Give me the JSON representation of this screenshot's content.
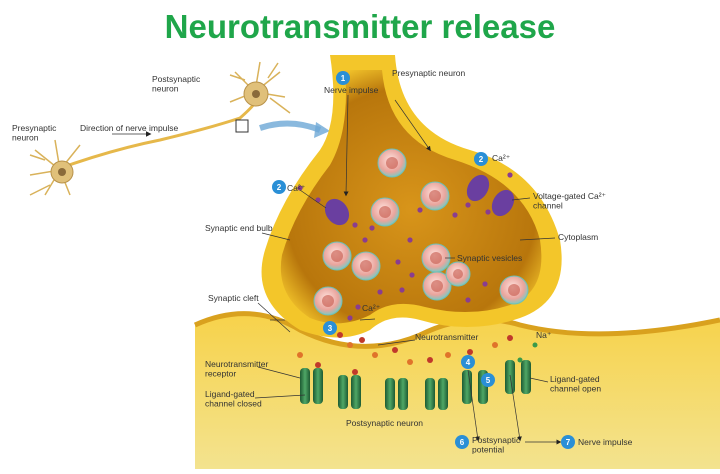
{
  "title": "Neurotransmitter release",
  "colors": {
    "title": "#1fa64a",
    "neuron_fill": "#f3c62a",
    "cytoplasm": "#c98a14",
    "vesicle": "#e6a19a",
    "channel": "#2f7a45",
    "calcium": "#8a3d8f",
    "step_badge": "#2a8fd6"
  },
  "labels": {
    "presynaptic_neuron_small": "Presynaptic\nneuron",
    "postsynaptic_neuron_small": "Postsynaptic\nneuron",
    "direction": "Direction of nerve impulse",
    "presynaptic_neuron": "Presynaptic neuron",
    "nerve_impulse_top": "Nerve impulse",
    "ca_left": "Ca²⁺",
    "ca_right": "Ca²⁺",
    "voltage_gated": "Voltage-gated Ca²⁺\nchannel",
    "synaptic_end_bulb": "Synaptic end bulb",
    "cytoplasm": "Cytoplasm",
    "synaptic_vesicles": "Synaptic vesicles",
    "synaptic_cleft": "Synaptic cleft",
    "ca_cleft": "Ca²⁺",
    "neurotransmitter": "Neurotransmitter",
    "na": "Na⁺",
    "nt_receptor": "Neurotransmitter\nreceptor",
    "ligand_closed": "Ligand-gated\nchannel closed",
    "ligand_open": "Ligand-gated\nchannel open",
    "postsynaptic_neuron": "Postsynaptic neuron",
    "postsynaptic_potential": "Postsynaptic\npotential",
    "nerve_impulse_bottom": "Nerve impulse"
  },
  "steps": [
    "1",
    "2",
    "2",
    "3",
    "4",
    "5",
    "6",
    "7"
  ]
}
